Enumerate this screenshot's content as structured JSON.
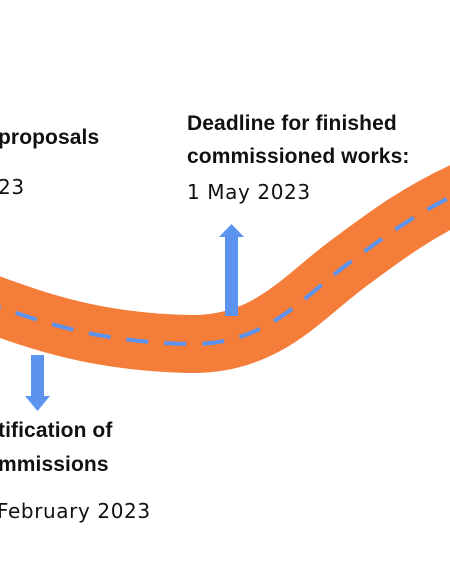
{
  "colors": {
    "road": "#f47d3a",
    "dash": "#5b93ee",
    "arrow": "#5b93ee",
    "text": "#111111"
  },
  "milestones": [
    {
      "title_line1": "proposals",
      "title_line2": "",
      "date": "23"
    },
    {
      "title_line1": "Deadline for finished",
      "title_line2": "commissioned works:",
      "date": "1 May 2023"
    },
    {
      "title_line1": "tification of",
      "title_line2": "mmissions",
      "date": "February 2023"
    }
  ]
}
